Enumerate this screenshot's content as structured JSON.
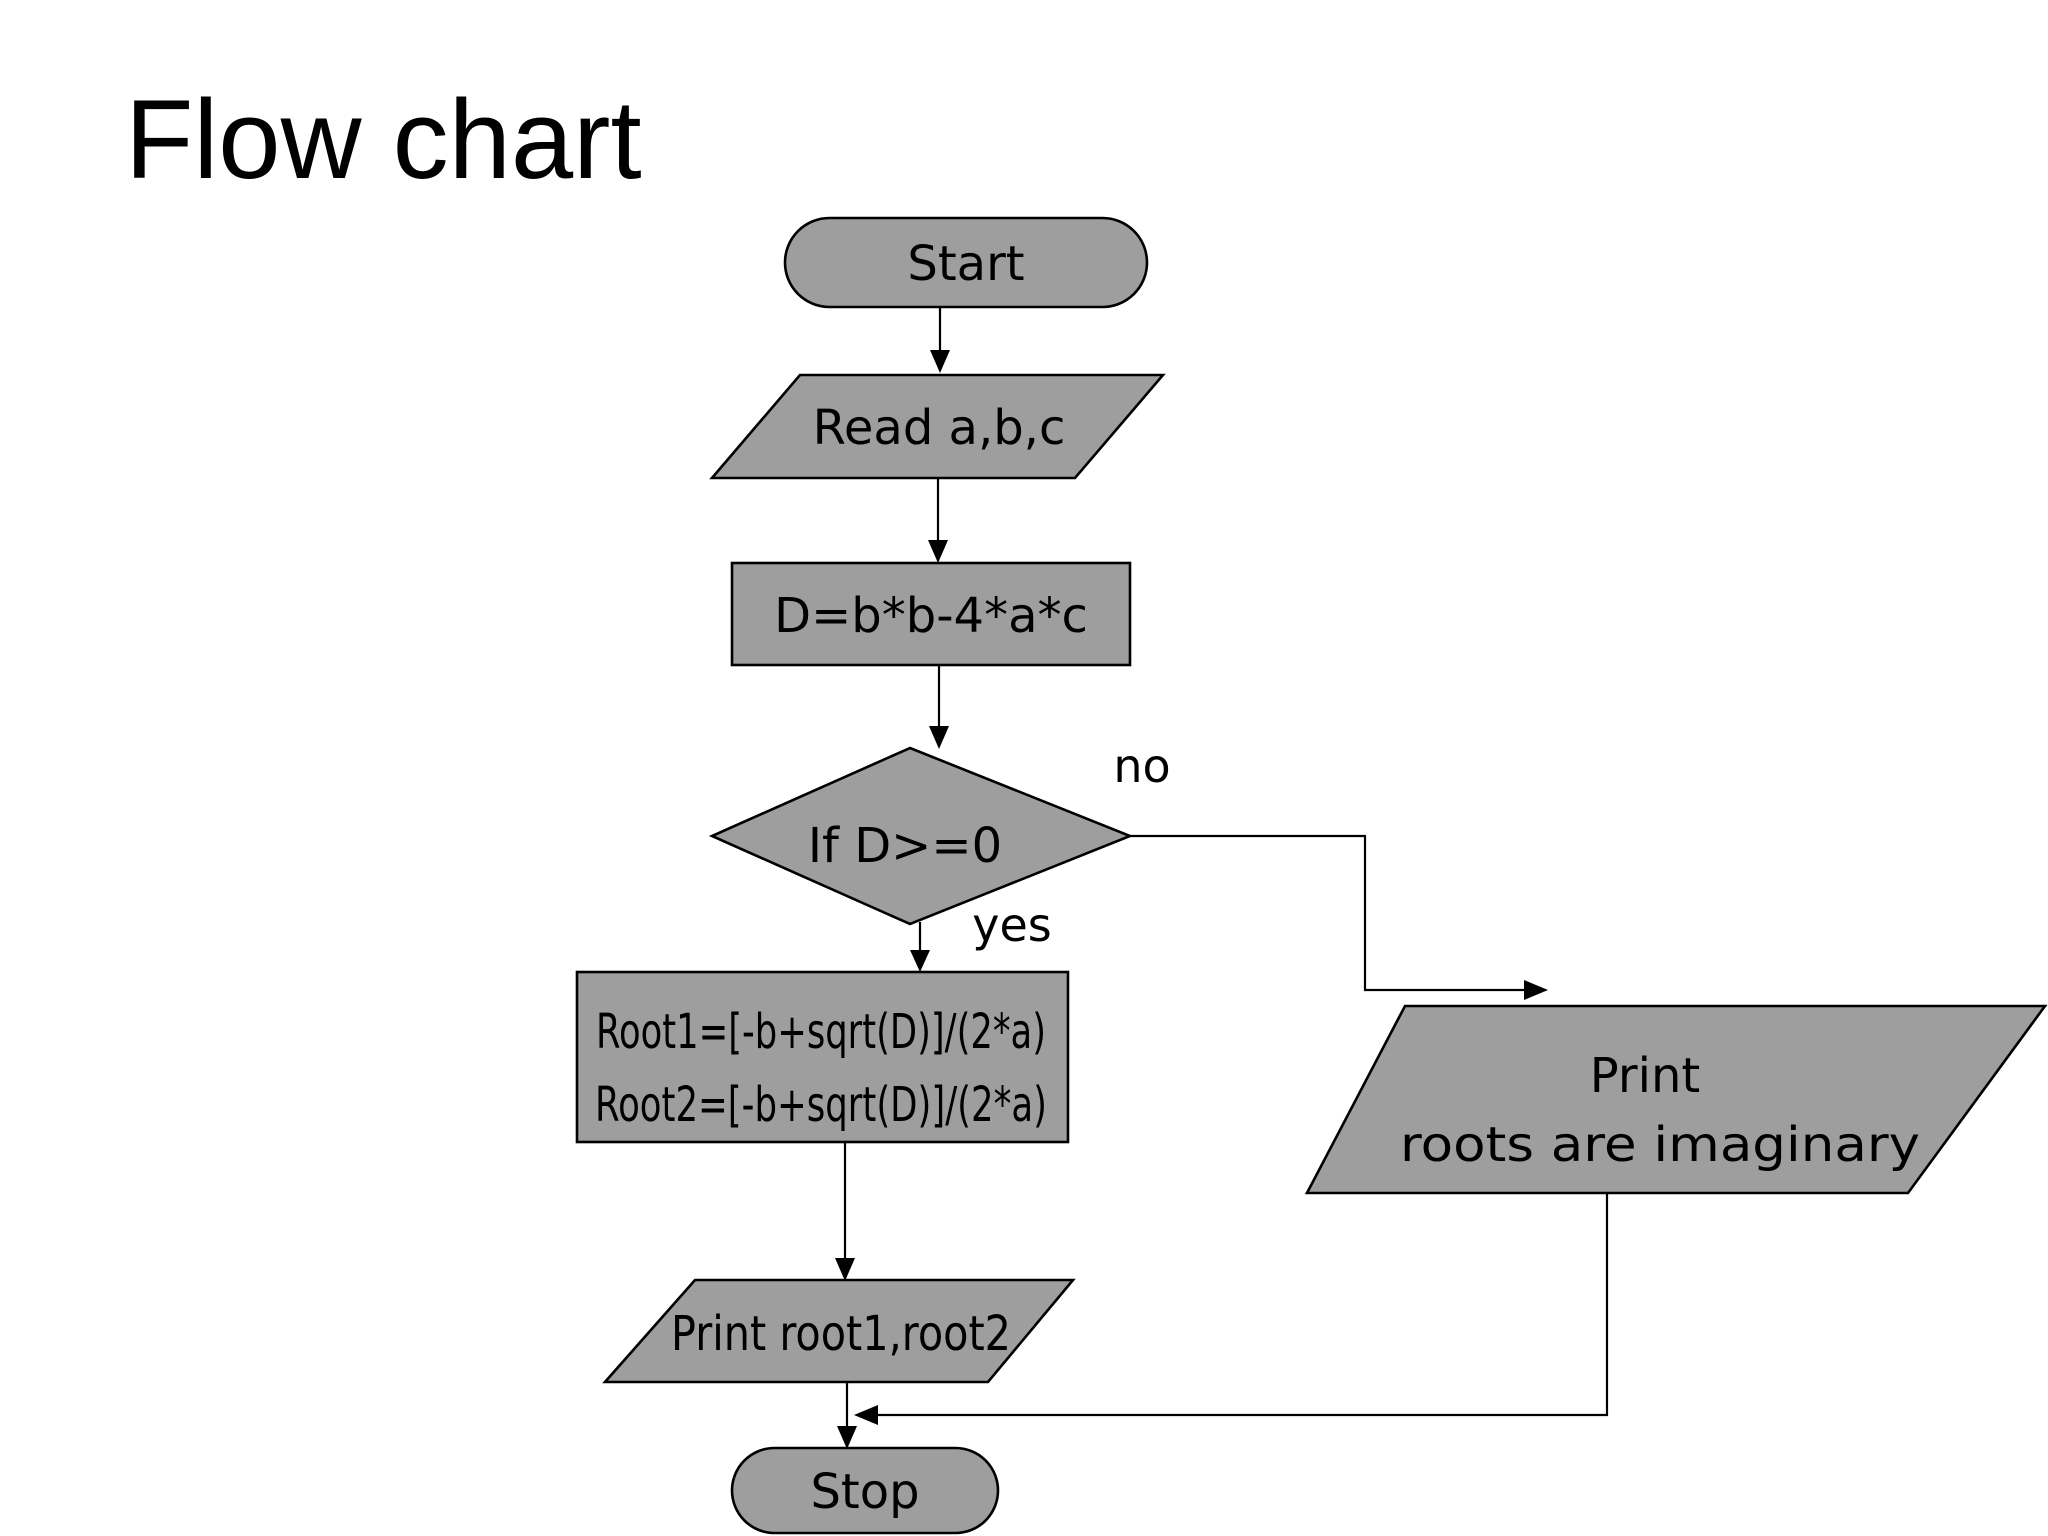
{
  "title": "Flow chart",
  "colors": {
    "background": "#ffffff",
    "node_fill": "#9e9e9e",
    "node_stroke": "#000000",
    "connector": "#000000",
    "text": "#000000"
  },
  "nodes": {
    "start": {
      "type": "terminator",
      "label": "Start"
    },
    "read": {
      "type": "input",
      "label": "Read a,b,c"
    },
    "compute_d": {
      "type": "process",
      "label": "D=b*b-4*a*c"
    },
    "decision": {
      "type": "decision",
      "label": "If D>=0"
    },
    "compute_roots": {
      "type": "process",
      "line1": "Root1=[-b+sqrt(D)]/(2*a)",
      "line2": "Root2=[-b+sqrt(D)]/(2*a)"
    },
    "print_roots": {
      "type": "output",
      "label": "Print root1,root2"
    },
    "print_imaginary": {
      "type": "output",
      "line1": "Print",
      "line2": "roots are imaginary"
    },
    "stop": {
      "type": "terminator",
      "label": "Stop"
    }
  },
  "edge_labels": {
    "yes": "yes",
    "no": "no"
  }
}
